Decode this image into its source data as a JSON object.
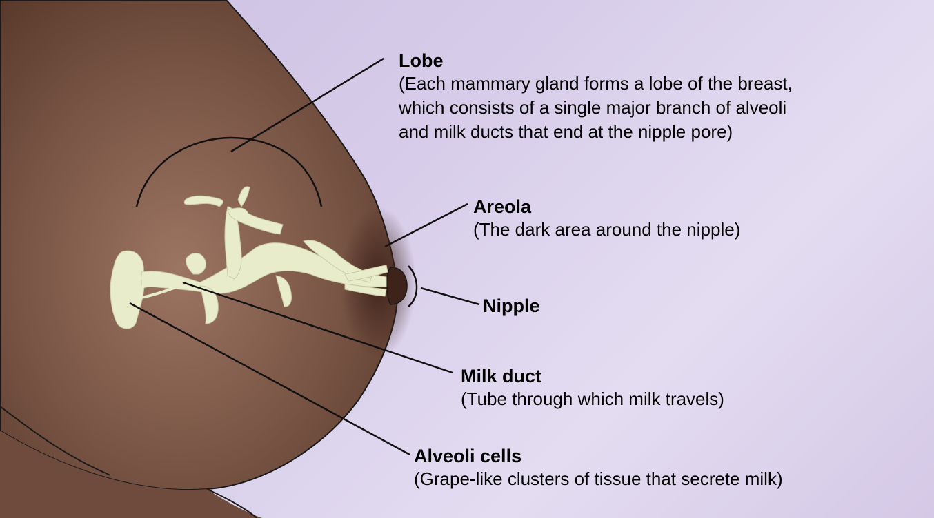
{
  "colors": {
    "background_start": "#cbbfe0",
    "background_end": "#e4ddf1",
    "skin": "#7a5646",
    "skin_dark": "#5a3a2c",
    "areola": "#4a2c22",
    "gland": "#e9eccb",
    "line": "#111111",
    "text": "#000000"
  },
  "labels": {
    "lobe": {
      "title": "Lobe",
      "desc_lines": [
        "(Each mammary gland forms a lobe of the breast,",
        "which consists of a single major branch of alveoli",
        "and milk ducts that end at the nipple pore)"
      ]
    },
    "areola": {
      "title": "Areola",
      "desc": "(The dark area around the nipple)"
    },
    "nipple": {
      "title": "Nipple"
    },
    "milk_duct": {
      "title": "Milk duct",
      "desc": "(Tube through which milk travels)"
    },
    "alveoli": {
      "title": "Alveoli cells",
      "desc": "(Grape-like clusters of tissue that secrete milk)"
    }
  }
}
